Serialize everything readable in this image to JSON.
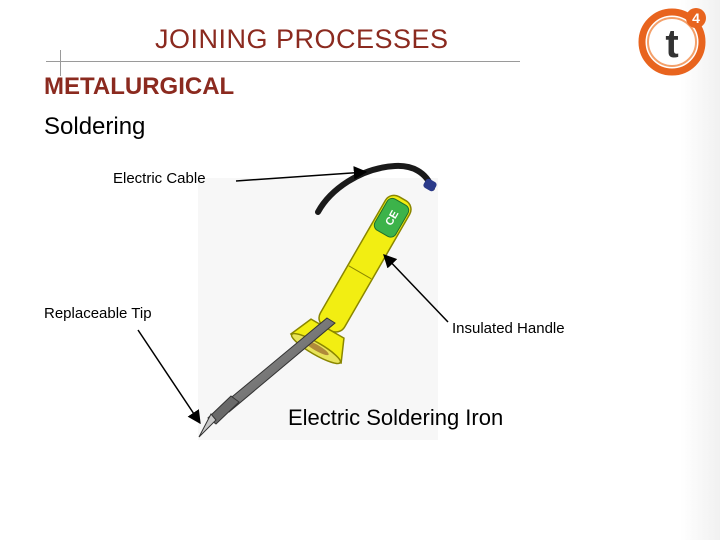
{
  "slide": {
    "title": "JOINING PROCESSES",
    "subtitle": "METALURGICAL",
    "section": "Soldering",
    "logo": {
      "letter": "t",
      "superscript": "4",
      "accent": "#e8641e"
    }
  },
  "diagram": {
    "labels": {
      "electric_cable": "Electric Cable",
      "replaceable_tip": "Replaceable Tip",
      "insulated_handle": "Insulated Handle"
    },
    "caption": "Electric Soldering Iron",
    "colors": {
      "handle": "#f2ee12",
      "badge": "#3cb34a",
      "tip": "#7a7a7a",
      "cable": "#1a1a1a",
      "title": "#8b2a1f"
    },
    "badge_mark": "CE"
  }
}
